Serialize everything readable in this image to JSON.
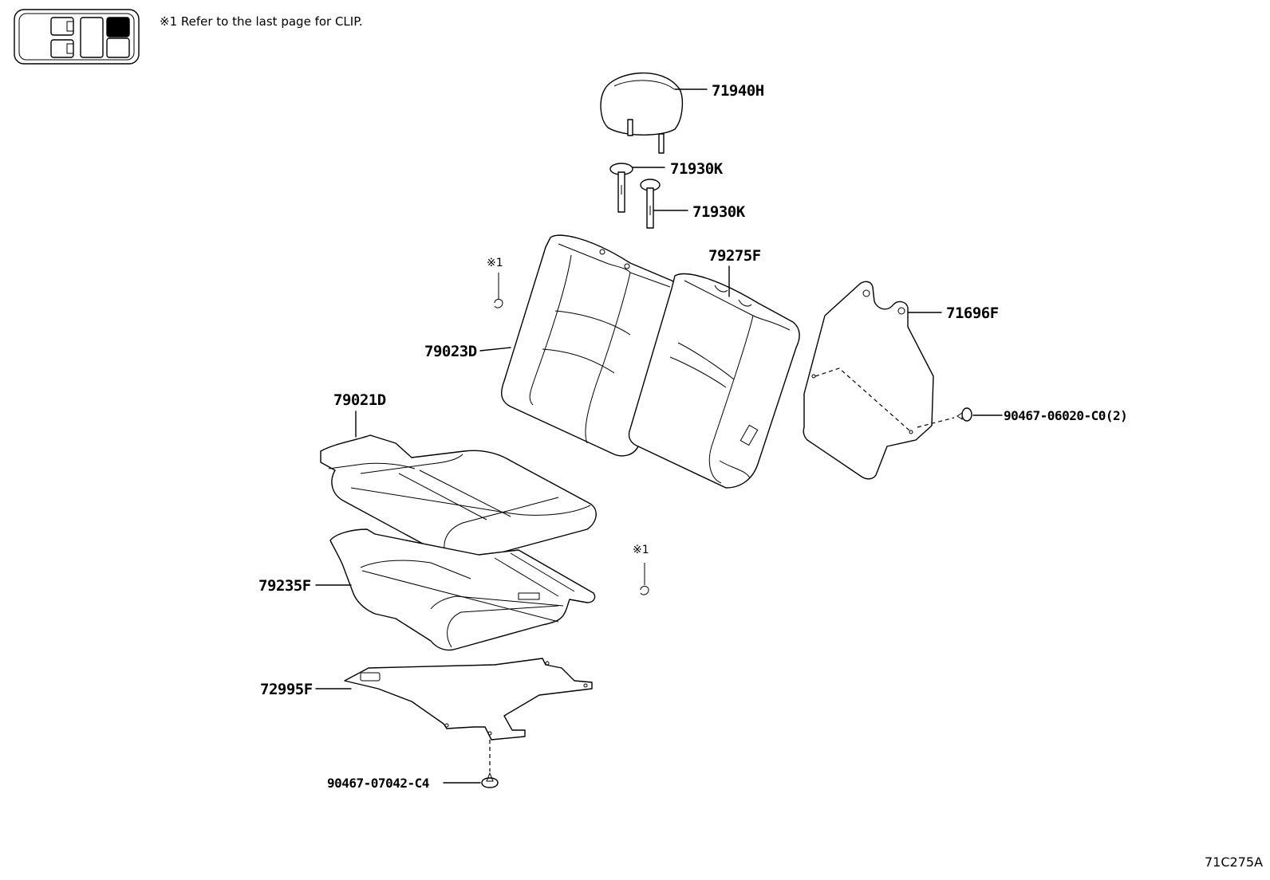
{
  "note": {
    "text": "※1  Refer to the last page for CLIP."
  },
  "corner_code": "71C275A",
  "clip_marker": "※1",
  "parts": {
    "headrest": "71940H",
    "support_upper": "71930K",
    "support_lower": "71930K",
    "back_cover_left": "79023D",
    "back_cover_right": "79275F",
    "back_board": "71696F",
    "back_board_fastener": "90467-06020-C0(2)",
    "cushion_cover": "79021D",
    "cushion_pad": "79235F",
    "cushion_plate": "72995F",
    "cushion_plate_fastener": "90467-07042-C4"
  },
  "icons": {
    "locator": "vehicle-seat-locator-icon",
    "clip": "clip-icon"
  }
}
